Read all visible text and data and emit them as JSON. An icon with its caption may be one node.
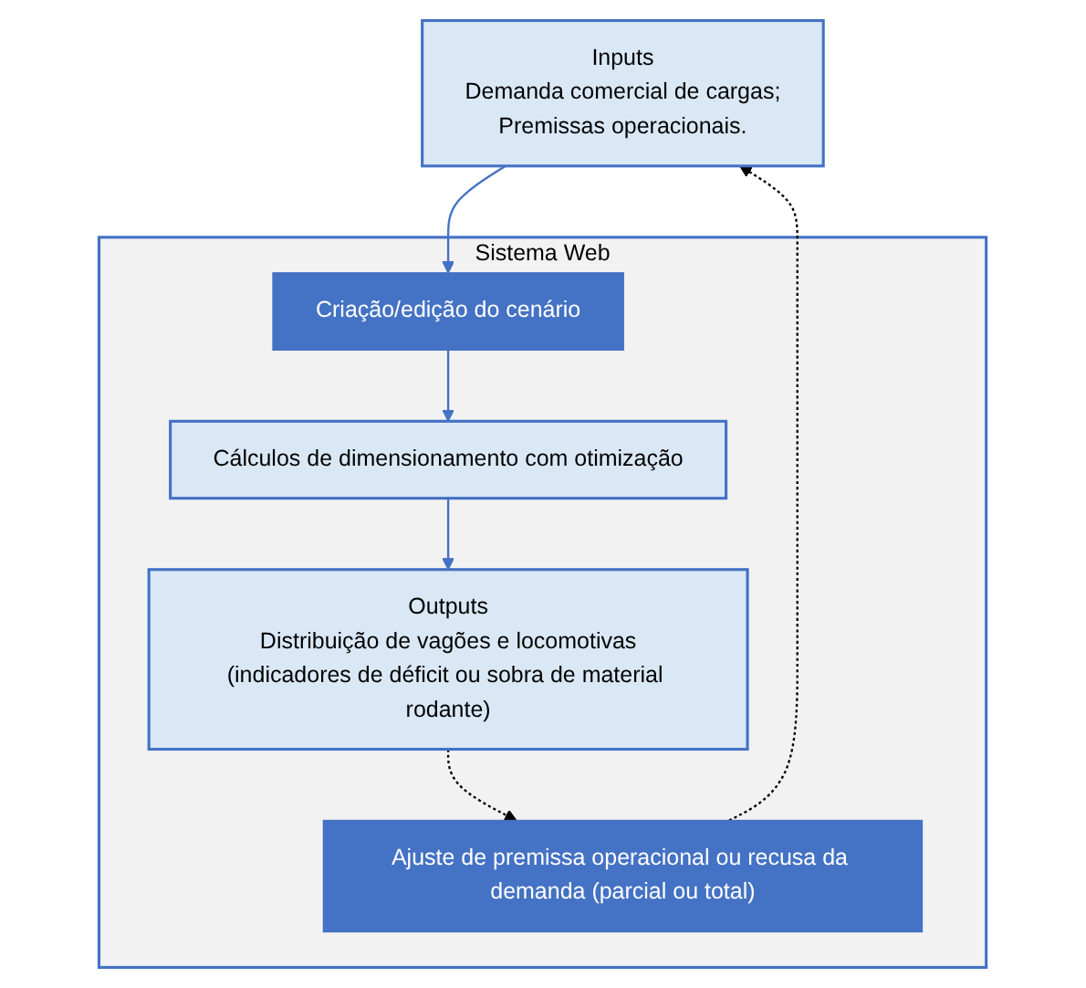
{
  "diagram": {
    "nodes": [
      {
        "text": [
          "Inputs",
          "Demanda comercial de cargas;",
          "Premissas operacionais."
        ]
      },
      {
        "text": [
          "Sistema Web"
        ]
      },
      {
        "text": [
          "Criação/edição do cenário"
        ],
        "in": 1
      },
      {
        "text": [
          "Cálculos de dimensionamento com otimização"
        ],
        "in": 1
      },
      {
        "text": [
          "Outputs",
          "Distribuição de vagões e locomotivas",
          "(indicadores de déficit ou sobra de material rodante)"
        ],
        "in": 1
      },
      {
        "text": [
          "Ajuste de premissa operacional ou recusa da demanda (parcial ou total)"
        ],
        "in": 1
      }
    ],
    "edges": [
      {
        "from": 0,
        "to": 2,
        "arrow": "to"
      },
      {
        "from": 2,
        "to": 3,
        "arrow": "to"
      },
      {
        "from": 3,
        "to": 4,
        "arrow": "to"
      },
      {
        "from": 4,
        "to": 5,
        "arrow": "to",
        "style": "dashed",
        "color": "#000000"
      },
      {
        "from": 5,
        "to": 0,
        "arrow": "to",
        "style": "dashed",
        "color": "#000000"
      }
    ]
  }
}
